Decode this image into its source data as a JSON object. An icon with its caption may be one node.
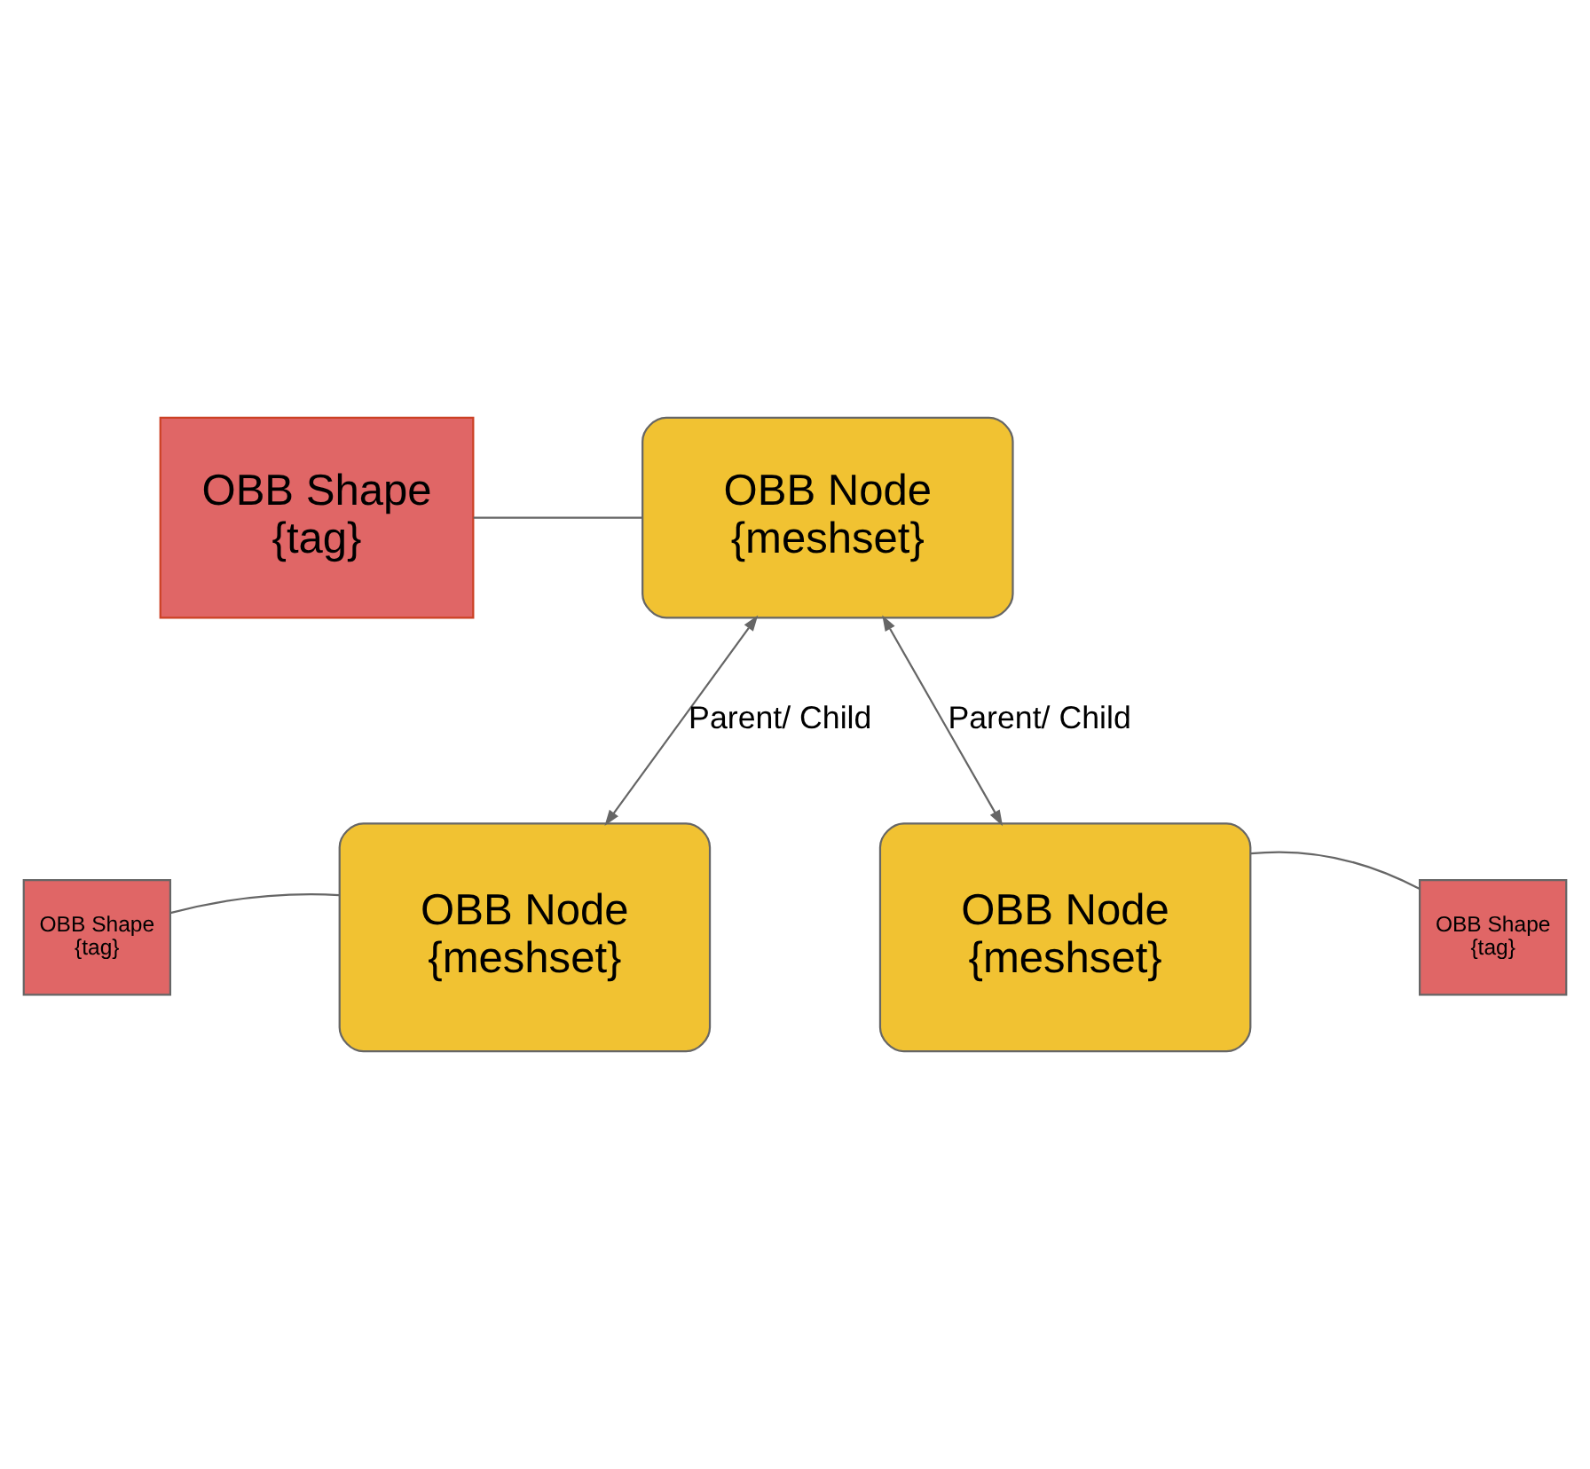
{
  "diagram": {
    "nodes": [
      {
        "text": [
          "OBB Shape",
          "{tag}"
        ]
      },
      {
        "text": [
          "OBB Node",
          "{meshset}"
        ]
      },
      {
        "text": [
          "OBB Shape",
          "{tag}"
        ]
      },
      {
        "text": [
          "OBB Shape",
          "{tag}"
        ]
      },
      {
        "text": [
          "OBB Node",
          "{meshset}"
        ]
      },
      {
        "text": [
          "OBB Node",
          "{meshset}"
        ]
      }
    ],
    "edges": [
      {
        "from": 0,
        "to": 1,
        "arrow": "none"
      },
      {
        "from": 1,
        "to": 4,
        "arrow": "both",
        "label": "Parent/ Child"
      },
      {
        "from": 1,
        "to": 5,
        "arrow": "both",
        "label": "Parent/ Child"
      },
      {
        "from": 2,
        "to": 4,
        "arrow": "none"
      },
      {
        "from": 3,
        "to": 5,
        "arrow": "none"
      }
    ]
  }
}
